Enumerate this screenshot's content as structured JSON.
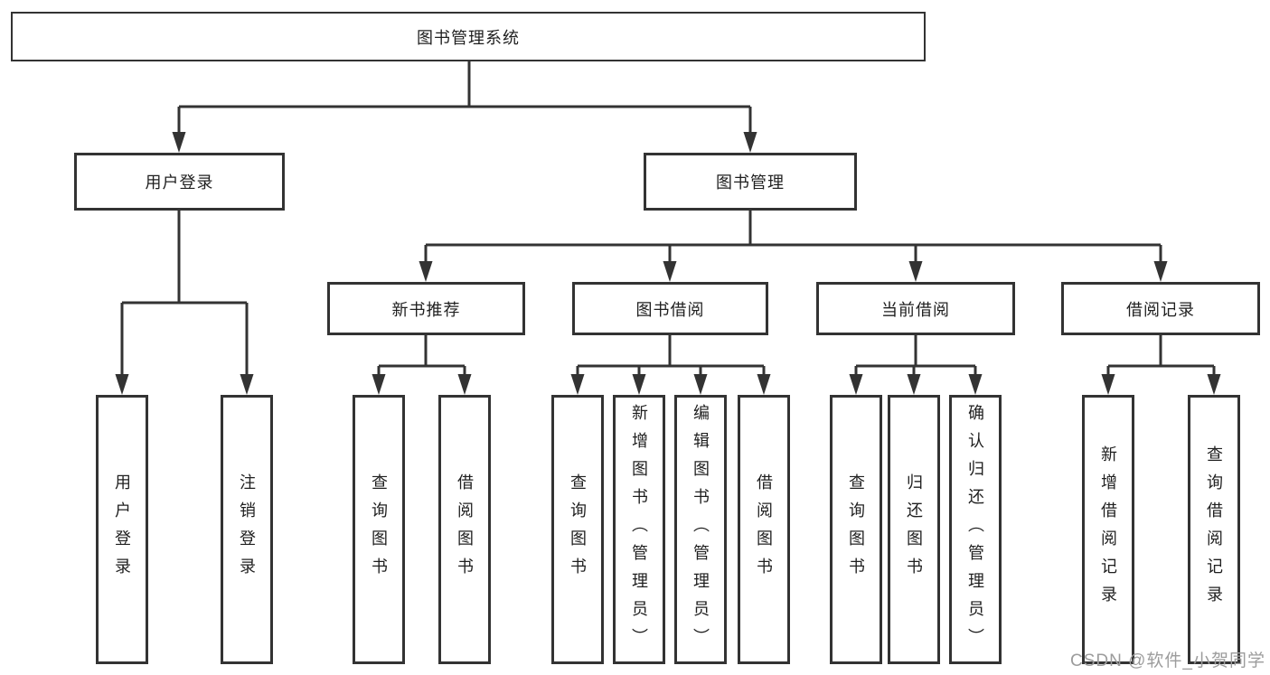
{
  "tree": {
    "label": "图书管理系统",
    "children": [
      {
        "label": "用户登录",
        "children": [
          {
            "label": "用户登录"
          },
          {
            "label": "注销登录"
          }
        ]
      },
      {
        "label": "图书管理",
        "children": [
          {
            "label": "新书推荐",
            "children": [
              {
                "label": "查询图书"
              },
              {
                "label": "借阅图书"
              }
            ]
          },
          {
            "label": "图书借阅",
            "children": [
              {
                "label": "查询图书"
              },
              {
                "label": "新增图书（管理员）"
              },
              {
                "label": "编辑图书（管理员）"
              },
              {
                "label": "借阅图书"
              }
            ]
          },
          {
            "label": "当前借阅",
            "children": [
              {
                "label": "查询图书"
              },
              {
                "label": "归还图书"
              },
              {
                "label": "确认归还（管理员）"
              }
            ]
          },
          {
            "label": "借阅记录",
            "children": [
              {
                "label": "新增借阅记录"
              },
              {
                "label": "查询借阅记录"
              }
            ]
          }
        ]
      }
    ]
  },
  "watermark": "CSDN @软件_小贺同学",
  "colors": {
    "line": "#333333",
    "box_border": "#333333",
    "box_fill": "#ffffff",
    "text": "#1f1f1f",
    "watermark": "#9c9c9c"
  }
}
